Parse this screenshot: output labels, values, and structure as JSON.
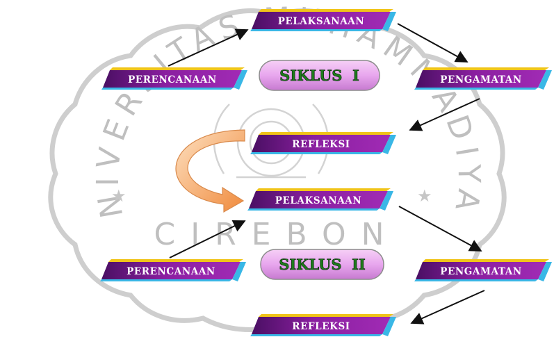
{
  "watermark": {
    "arc_text": "UNIVERSITAS MUHAMMADIYAH",
    "city": "CIREBON"
  },
  "cycles": [
    {
      "title": "SIKLUS  I",
      "nodes": {
        "pelaksanaan": "PELAKSANAAN",
        "perencanaan": "PERENCANAAN",
        "pengamatan": "PENGAMATAN",
        "refleksi": "REFLEKSI"
      }
    },
    {
      "title": "SIKLUS  II",
      "nodes": {
        "pelaksanaan": "PELAKSANAAN",
        "perencanaan": "PERENCANAAN",
        "pengamatan": "PENGAMATAN",
        "refleksi": "REFLEKSI"
      }
    }
  ],
  "colors": {
    "label_purple": "#8a1fa0",
    "label_purple_dark": "#4a0f63",
    "label_top_accent": "#f0c419",
    "label_bottom_accent": "#39b7e6",
    "siklus_fill": "#e8a6ee",
    "siklus_text": "#1e7a1c",
    "curve_arrow": "#f29a4c",
    "watermark": "#b9b9b9"
  }
}
